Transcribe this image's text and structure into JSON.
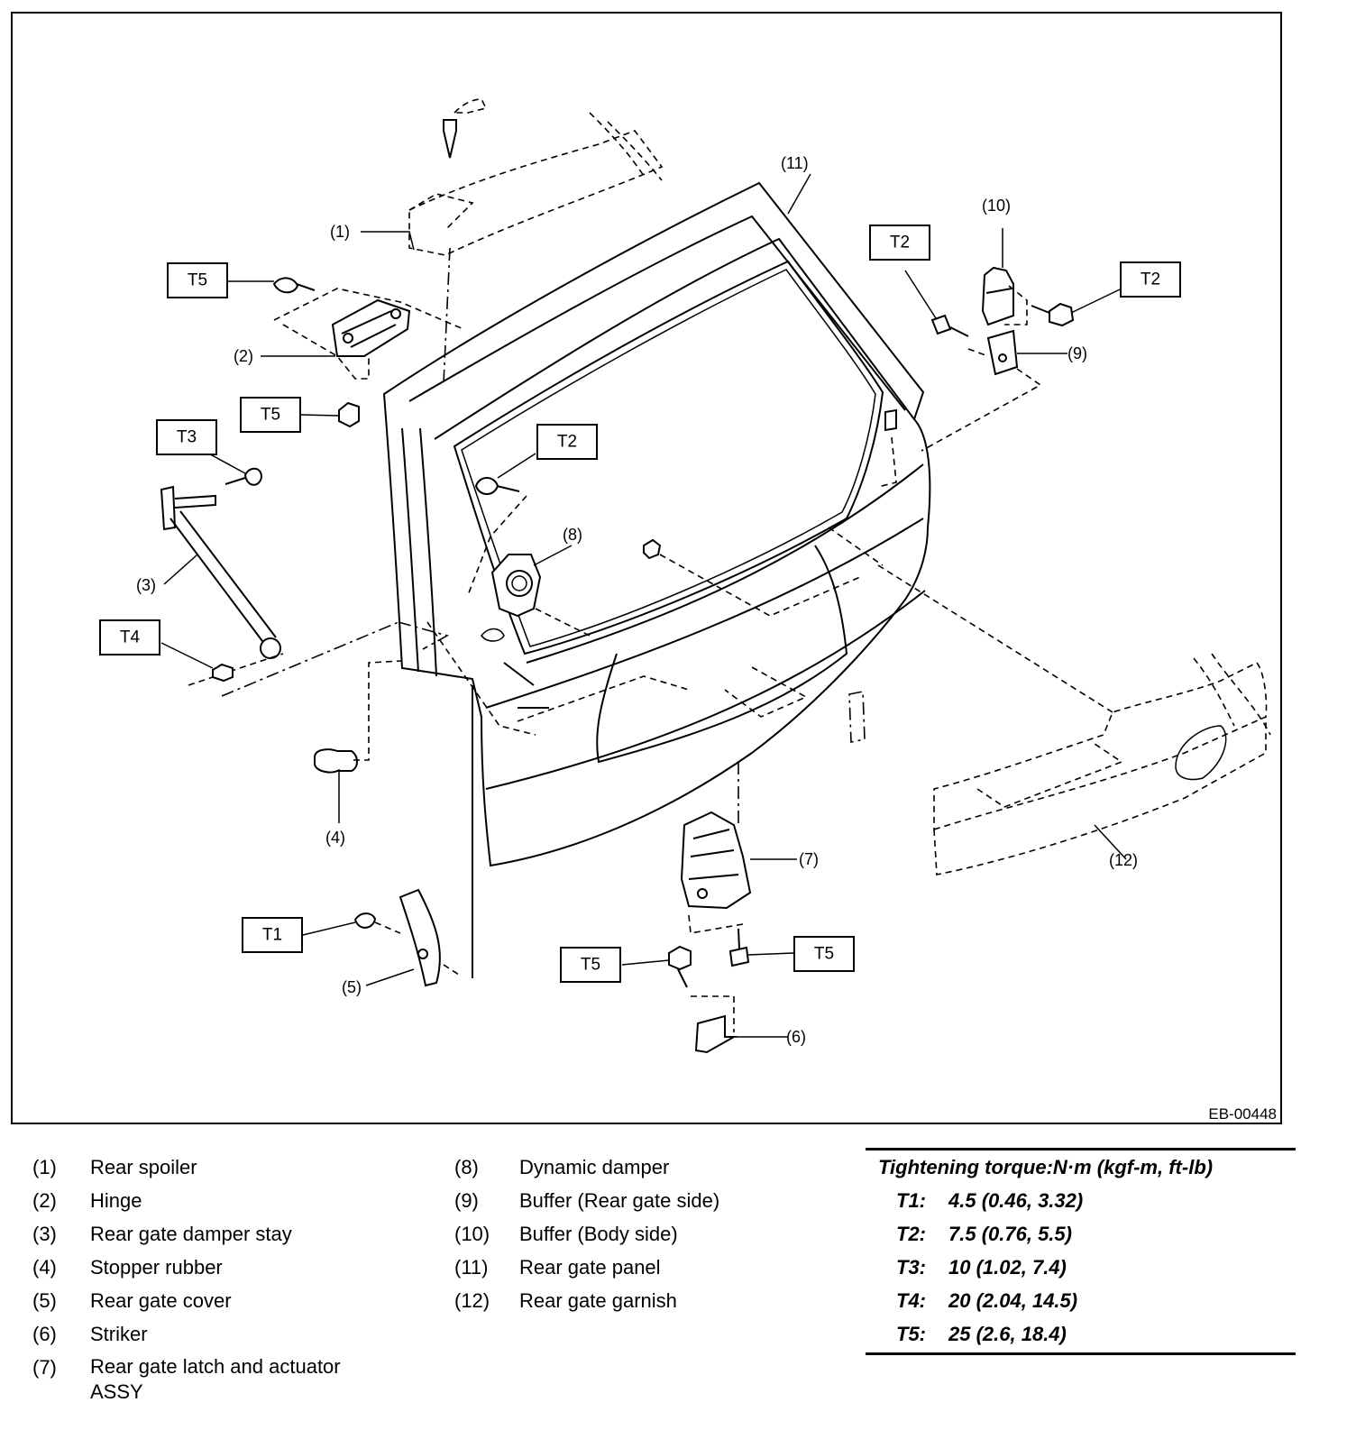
{
  "diagram": {
    "reference_code": "EB-00448",
    "callouts": [
      "(1)",
      "(2)",
      "(3)",
      "(4)",
      "(5)",
      "(6)",
      "(7)",
      "(8)",
      "(9)",
      "(10)",
      "(11)",
      "(12)"
    ],
    "torque_tags": [
      "T5",
      "T5",
      "T3",
      "T4",
      "T2",
      "T2",
      "T2",
      "T1",
      "T5",
      "T5"
    ]
  },
  "legend": {
    "left": [
      {
        "num": "(1)",
        "name": "Rear spoiler"
      },
      {
        "num": "(2)",
        "name": "Hinge"
      },
      {
        "num": "(3)",
        "name": "Rear gate damper stay"
      },
      {
        "num": "(4)",
        "name": "Stopper rubber"
      },
      {
        "num": "(5)",
        "name": "Rear gate cover"
      },
      {
        "num": "(6)",
        "name": "Striker"
      },
      {
        "num": "(7)",
        "name": "Rear gate latch and actuator",
        "name2": "ASSY"
      }
    ],
    "middle": [
      {
        "num": "(8)",
        "name": "Dynamic damper"
      },
      {
        "num": "(9)",
        "name": "Buffer (Rear gate side)"
      },
      {
        "num": "(10)",
        "name": "Buffer (Body side)"
      },
      {
        "num": "(11)",
        "name": "Rear gate panel"
      },
      {
        "num": "(12)",
        "name": "Rear gate garnish"
      }
    ]
  },
  "torque": {
    "title": "Tightening torque:N·m (kgf-m, ft-lb)",
    "rows": [
      {
        "key": "T1:",
        "value": "4.5 (0.46, 3.32)"
      },
      {
        "key": "T2:",
        "value": "7.5 (0.76, 5.5)"
      },
      {
        "key": "T3:",
        "value": "10 (1.02, 7.4)"
      },
      {
        "key": "T4:",
        "value": "20 (2.04, 14.5)"
      },
      {
        "key": "T5:",
        "value": "25 (2.6, 18.4)"
      }
    ]
  }
}
